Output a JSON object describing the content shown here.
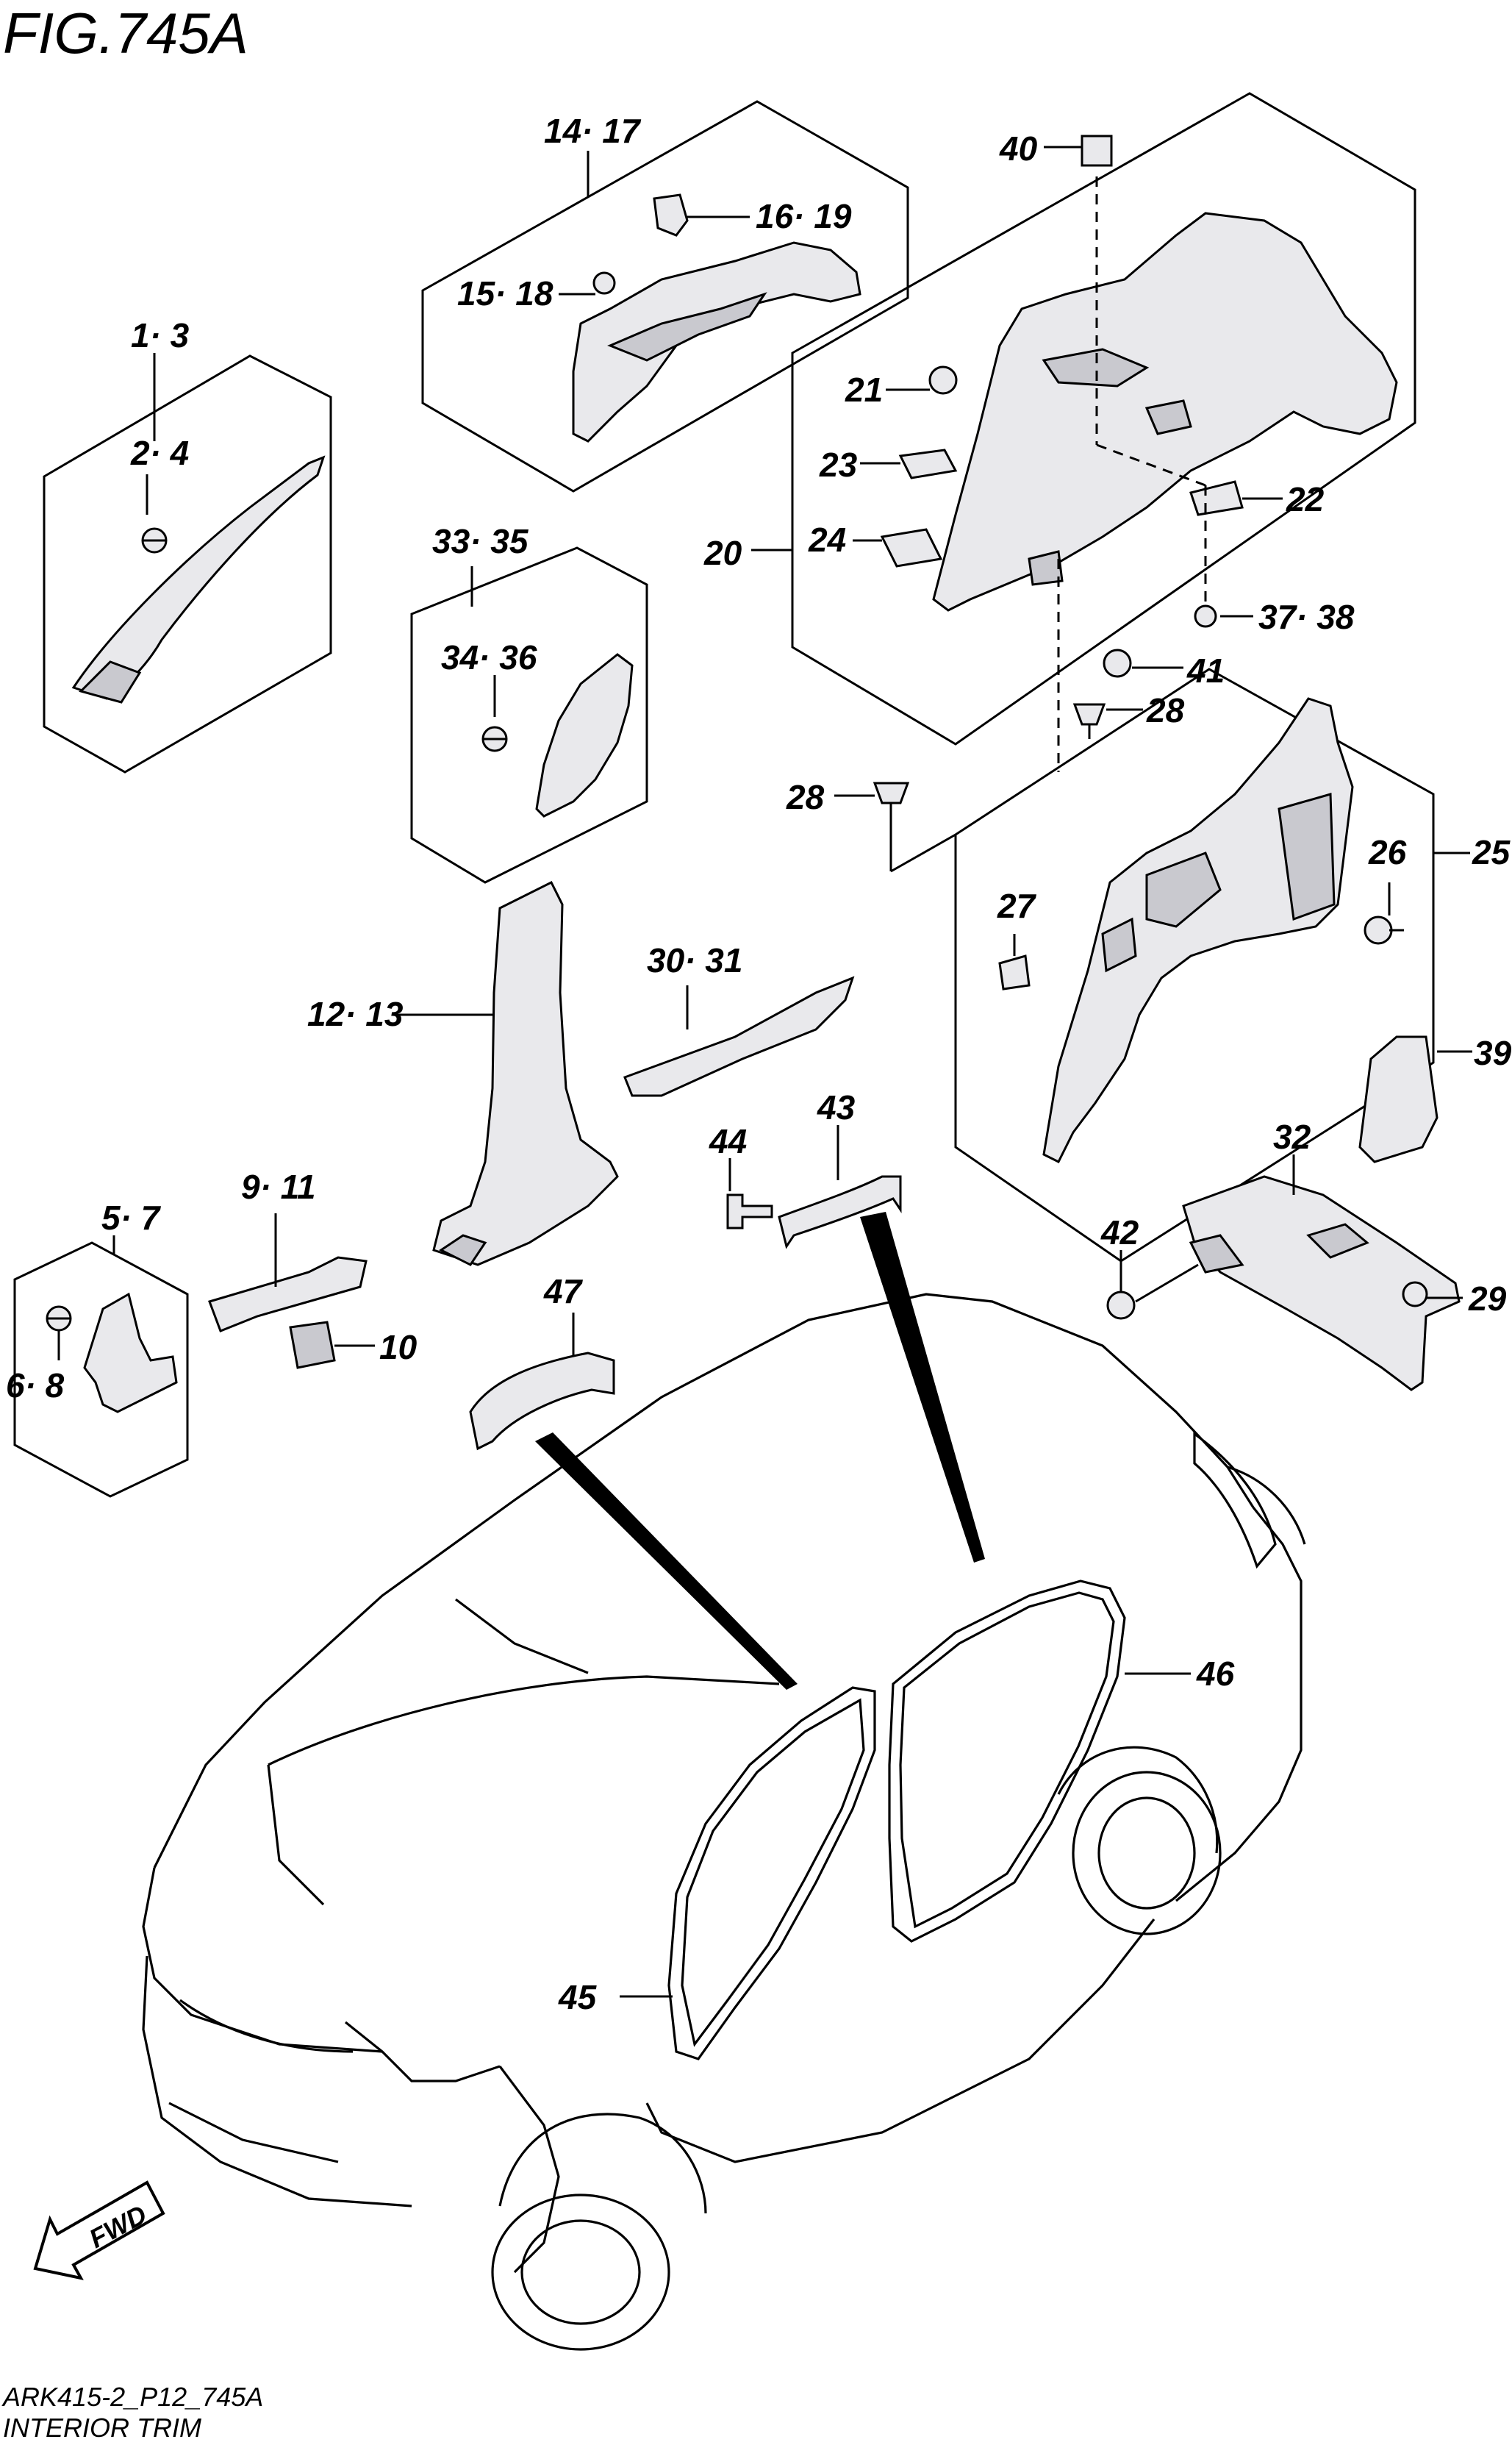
{
  "header": {
    "title": "FIG.745A"
  },
  "footer": {
    "code": "ARK415-2_P12_745A",
    "caption": "INTERIOR TRIM"
  },
  "direction_badge": {
    "text": "FWD"
  },
  "callouts": {
    "c1": "1· 3",
    "c2": "2· 4",
    "c3": "5· 7",
    "c4": "6· 8",
    "c5": "9· 11",
    "c6": "10",
    "c7": "12· 13",
    "c8": "14· 17",
    "c9": "15· 18",
    "c10": "16· 19",
    "c11": "20",
    "c12": "21",
    "c13": "22",
    "c14": "23",
    "c15": "24",
    "c16": "25",
    "c17": "26",
    "c18": "27",
    "c19": "28",
    "c20": "28",
    "c21": "29",
    "c22": "30· 31",
    "c23": "32",
    "c24": "33· 35",
    "c25": "34· 36",
    "c26": "37· 38",
    "c27": "39",
    "c28": "40",
    "c29": "41",
    "c30": "42",
    "c31": "43",
    "c32": "44",
    "c33": "45",
    "c34": "46",
    "c35": "47"
  }
}
